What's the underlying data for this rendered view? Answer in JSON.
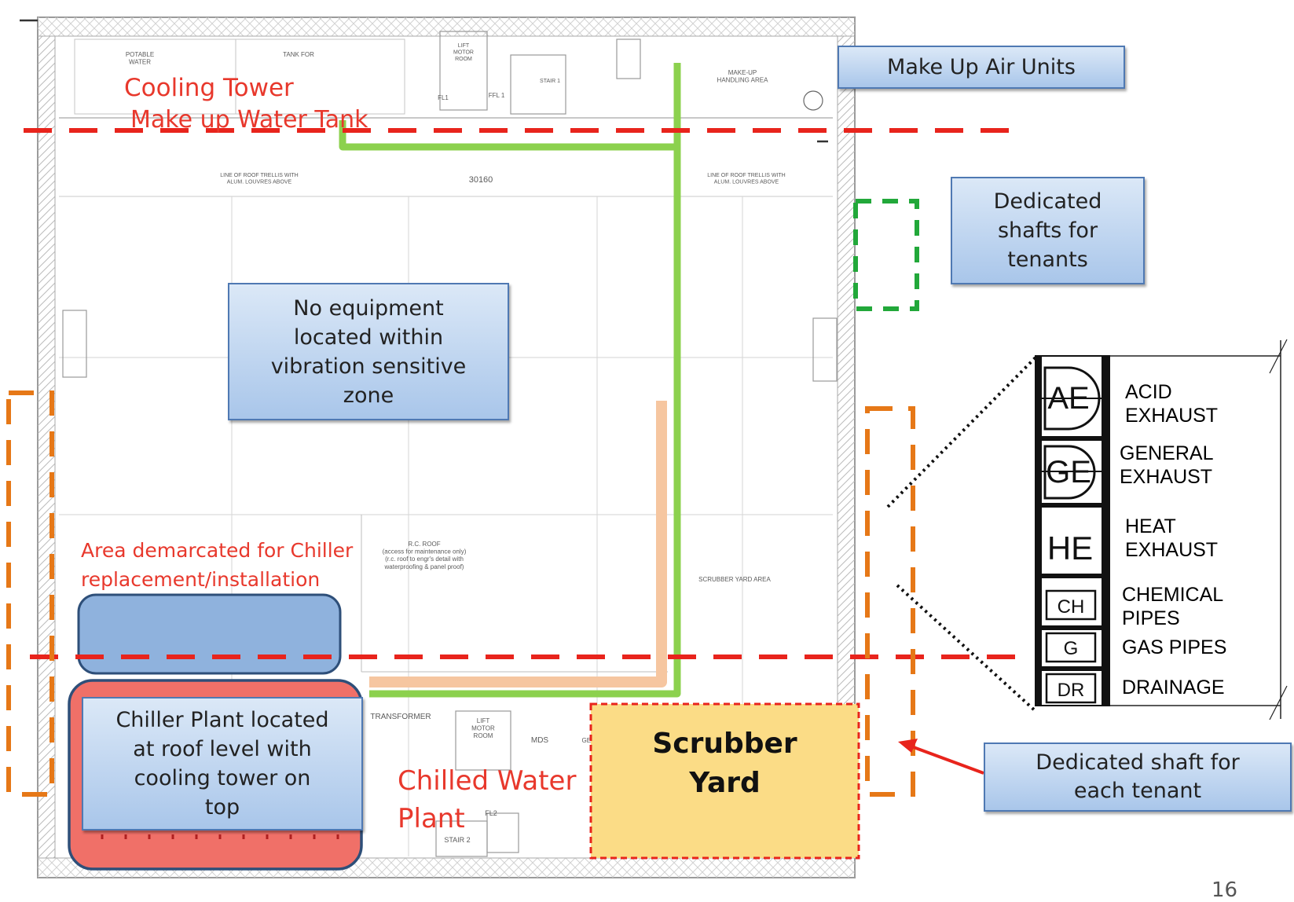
{
  "callouts": {
    "make_up_air_units": "Make Up Air Units",
    "dedicated_shafts_tenants": "Dedicated\nshafts for\ntenants",
    "no_equipment": "No equipment\nlocated within\nvibration sensitive\nzone",
    "chiller_plant": "Chiller Plant located\nat roof level  with\ncooling tower on\ntop",
    "dedicated_shaft_each": "Dedicated shaft for\neach tenant"
  },
  "labels": {
    "cooling_tower": "Cooling Tower",
    "makeup_water_tank": "Make up Water Tank",
    "area_demarcated": "Area demarcated for Chiller\nreplacement/installation",
    "chilled_water_plant": "Chilled Water\nPlant",
    "scrubber_yard": "Scrubber\nYard"
  },
  "plan_text": {
    "dimension": "30160",
    "trellis_left": "LINE OF ROOF TRELLIS WITH\nALUM. LOUVRES ABOVE",
    "trellis_right": "LINE OF ROOF TRELLIS WITH\nALUM. LOUVRES ABOVE",
    "makeup_handling": "MAKE-UP\nHANDLING AREA",
    "rc_roof": "R.C. ROOF\n(access for maintenance only)\n(r.c. roof to engr's detail with\nwaterproofing & panel proof)",
    "scrubber_yard_area": "SCRUBBER YARD AREA",
    "transformer": "TRANSFORMER",
    "lift_motor_room_top": "LIFT\nMOTOR\nROOM",
    "lift_motor_room_bottom": "LIFT\nMOTOR\nROOM",
    "mds": "MDS",
    "genset": "GENSET",
    "stair_2": "STAIR 2",
    "fl1": "FL1",
    "ffl1": "FFL 1",
    "fl2": "FL2",
    "stair_1": "STAIR 1",
    "potable_water": "POTABLE\nWATER",
    "tank_for": "TANK FOR"
  },
  "legend": {
    "items": [
      {
        "symbol": "AE",
        "label": "ACID\nEXHAUST"
      },
      {
        "symbol": "GE",
        "label": "GENERAL\nEXHAUST"
      },
      {
        "symbol": "HE",
        "label": "HEAT\nEXHAUST"
      },
      {
        "symbol": "CH",
        "label": "CHEMICAL\nPIPES"
      },
      {
        "symbol": "G",
        "label": "GAS PIPES"
      },
      {
        "symbol": "DR",
        "label": "DRAINAGE"
      }
    ]
  },
  "page_number": "16",
  "colors": {
    "red_dash": "#e8241c",
    "orange_dash": "#e67817",
    "green_dash": "#22a83a",
    "green_line": "#8cd14e",
    "peach_line": "#f6c6a0",
    "chiller_fill": "#f07068",
    "demarcated_fill": "#8fb2dd",
    "scrubber_fill": "#fbdc86",
    "callout_border": "#4f79b3"
  }
}
